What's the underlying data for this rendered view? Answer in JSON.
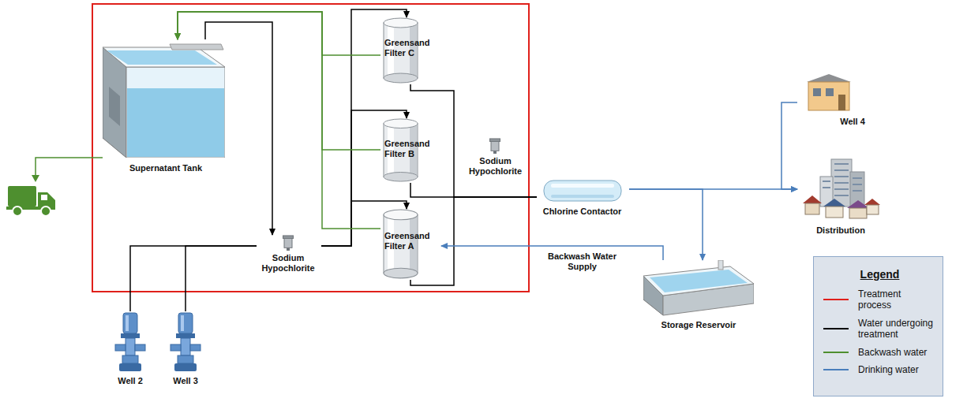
{
  "diagram": {
    "nodes": [
      {
        "text": [
          "Supernatant Tank"
        ]
      },
      {
        "text": [
          "Greensand Filter C"
        ]
      },
      {
        "text": [
          "Greensand Filter B"
        ]
      },
      {
        "text": [
          "Greensand Filter A"
        ]
      },
      {
        "text": [
          "Sodium Hypochlorite"
        ]
      },
      {
        "text": [
          "Sodium Hypochlorite"
        ]
      },
      {
        "text": [
          "Chlorine Contactor"
        ]
      },
      {
        "text": [
          "Well 4"
        ]
      },
      {
        "text": [
          "Distribution"
        ]
      },
      {
        "text": [
          "Storage Reservoir"
        ]
      },
      {
        "text": [
          "Well 2"
        ]
      },
      {
        "text": [
          "Well 3"
        ]
      }
    ],
    "edges": [
      {
        "from": 10,
        "to": 4,
        "arrow": "none"
      },
      {
        "from": 11,
        "to": 4,
        "arrow": "none"
      },
      {
        "from": 0,
        "to": 4,
        "arrow": "to"
      },
      {
        "from": 4,
        "to": 1,
        "arrow": "to"
      },
      {
        "from": 4,
        "to": 2,
        "arrow": "to"
      },
      {
        "from": 4,
        "to": 3,
        "arrow": "to"
      },
      {
        "from": 1,
        "to": 6,
        "arrow": "none"
      },
      {
        "from": 2,
        "to": 6,
        "arrow": "none"
      },
      {
        "from": 3,
        "to": 6,
        "arrow": "none"
      },
      {
        "from": 6,
        "to": 8,
        "arrow": "to"
      },
      {
        "from": 6,
        "to": 9,
        "arrow": "to"
      },
      {
        "from": 7,
        "to": 8,
        "arrow": "to"
      },
      {
        "from": 9,
        "to": 3,
        "label": "Backwash Water Supply",
        "arrow": "to"
      },
      {
        "from": 1,
        "to": 0,
        "arrow": "to"
      },
      {
        "from": 2,
        "to": 0,
        "arrow": "to"
      },
      {
        "from": 3,
        "to": 0,
        "arrow": "to"
      }
    ],
    "labels": [
      "Legend"
    ],
    "legend": [
      {
        "text": "Treatment process"
      },
      {
        "text": "Water undergoing treatment"
      },
      {
        "text": "Backwash water"
      },
      {
        "text": "Drinking water"
      }
    ]
  }
}
